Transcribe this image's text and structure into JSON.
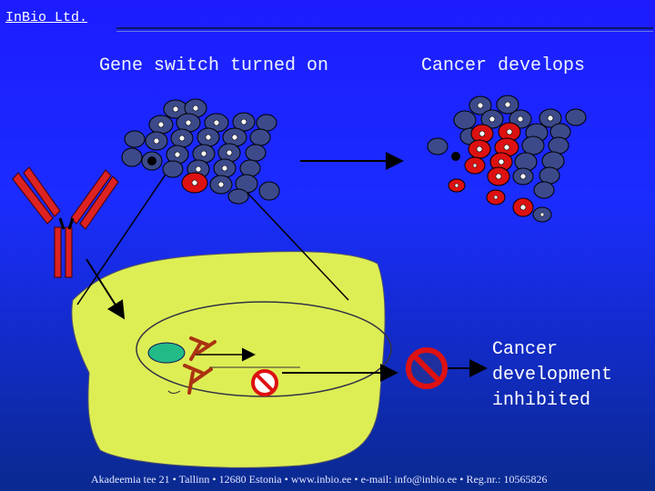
{
  "brand": "InBio Ltd.",
  "headings": {
    "left": "Gene switch turned on",
    "right": "Cancer develops"
  },
  "inhibited_lines": [
    "Cancer",
    "development",
    "inhibited"
  ],
  "footer": "Akadeemia tee 21 • Tallinn • 12680 Estonia • www.inbio.ee • e-mail: info@inbio.ee • Reg.nr.: 10565826",
  "colors": {
    "background": "#1c1cff",
    "cell_fill": "#ddee55",
    "cancer_cell": "#dd1111",
    "normal_cell": "#3c4a8a",
    "antibody": "#dd1111",
    "nucleus": "#22bb88"
  },
  "icons": [
    "antibody-icon",
    "no-symbol-icon",
    "arrow-right-icon"
  ]
}
